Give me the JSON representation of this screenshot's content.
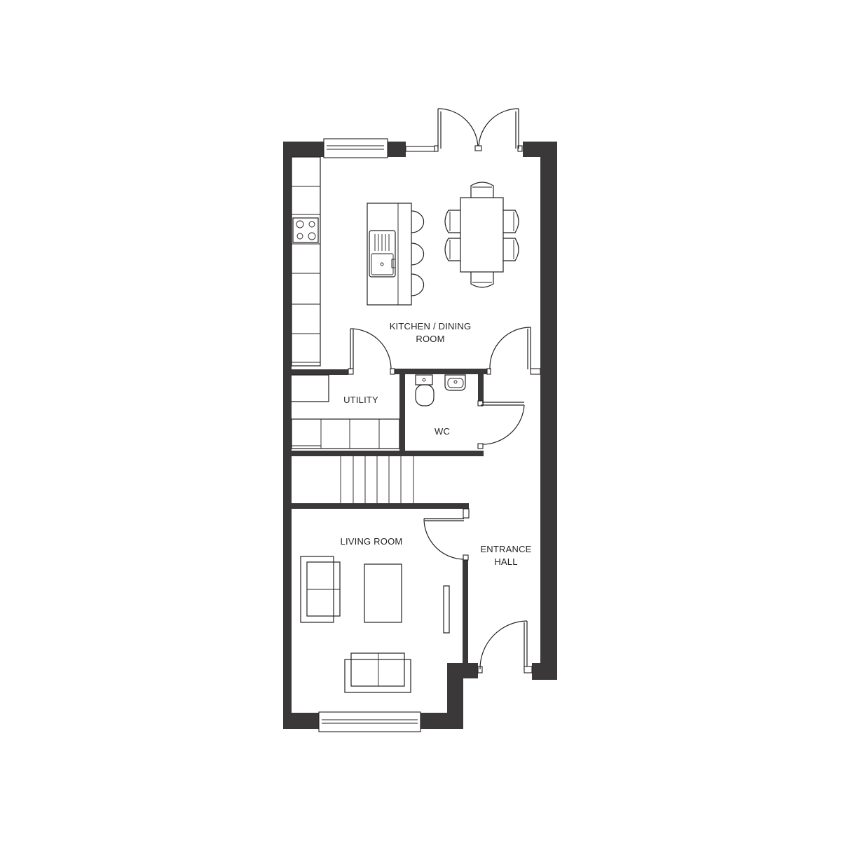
{
  "rooms": {
    "kitchen_dining": {
      "line1": "KITCHEN / DINING",
      "line2": "ROOM"
    },
    "utility": "UTILITY",
    "wc": "WC",
    "living_room": "LIVING ROOM",
    "entrance_hall": {
      "line1": "ENTRANCE",
      "line2": "HALL"
    }
  },
  "colors": {
    "wall": "#3a3838",
    "line": "#231f20",
    "background": "#ffffff"
  }
}
